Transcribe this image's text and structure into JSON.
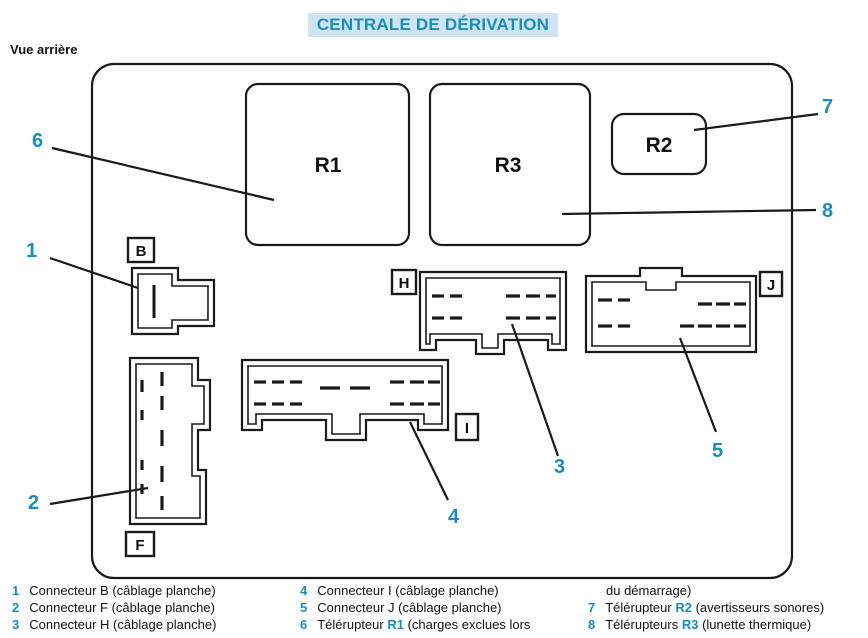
{
  "title": "CENTRALE DE DÉRIVATION",
  "view_label": "Vue arrière",
  "relays": {
    "r1": "R1",
    "r2": "R2",
    "r3": "R3"
  },
  "connector_letters": {
    "b": "B",
    "f": "F",
    "h": "H",
    "i": "I",
    "j": "J"
  },
  "callouts": [
    "1",
    "2",
    "3",
    "4",
    "5",
    "6",
    "7",
    "8"
  ],
  "legend": [
    {
      "num": "1",
      "text": "Connecteur B (câblage planche)"
    },
    {
      "num": "2",
      "text": "Connecteur F (câblage planche)"
    },
    {
      "num": "3",
      "text": "Connecteur H (câblage planche)"
    },
    {
      "num": "4",
      "text": "Connecteur I (câblage planche)"
    },
    {
      "num": "5",
      "text": "Connecteur J (câblage planche)"
    },
    {
      "num": "6",
      "pre": "Télérupteur ",
      "hl": "R1",
      "post": " (charges exclues lors",
      "cont": "du démarrage)"
    },
    {
      "num": "7",
      "pre": "Télérupteur ",
      "hl": "R2",
      "post": " (avertisseurs sonores)"
    },
    {
      "num": "8",
      "pre": "Télérupteurs ",
      "hl": "R3",
      "post": " (lunette thermique)"
    }
  ],
  "colors": {
    "accent": "#1a8db8",
    "title_bg": "#cfe4f0",
    "line": "#1a1a1a"
  }
}
